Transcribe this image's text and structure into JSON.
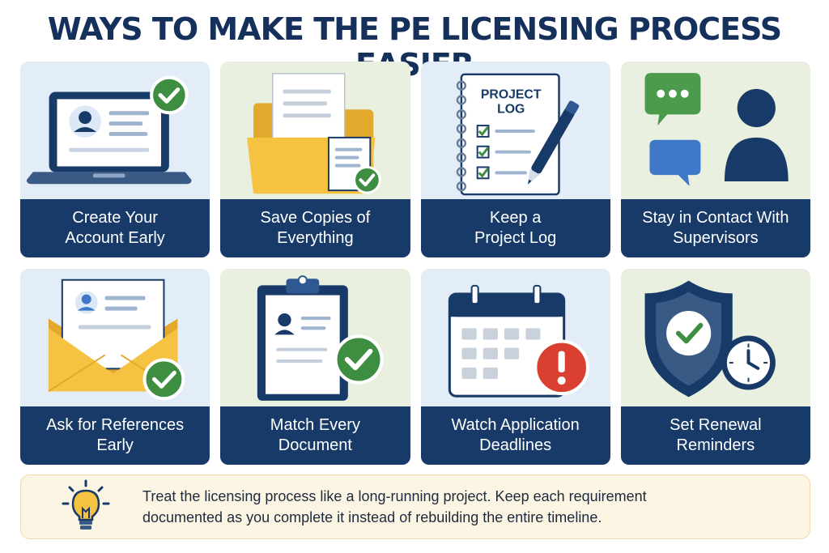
{
  "title": "WAYS TO MAKE THE PE LICENSING PROCESS EASIER",
  "cards": [
    {
      "line1": "Create Your",
      "line2": "Account Early",
      "icon": "laptop-account-icon"
    },
    {
      "line1": "Save Copies of",
      "line2": "Everything",
      "icon": "folder-documents-icon"
    },
    {
      "line1": "Keep a",
      "line2": "Project Log",
      "icon": "project-log-notebook-icon",
      "notebook_title_1": "PROJECT",
      "notebook_title_2": "LOG"
    },
    {
      "line1": "Stay in Contact With",
      "line2": "Supervisors",
      "icon": "chat-person-icon"
    },
    {
      "line1": "Ask for References",
      "line2": "Early",
      "icon": "envelope-letter-icon"
    },
    {
      "line1": "Match Every",
      "line2": "Document",
      "icon": "clipboard-check-icon"
    },
    {
      "line1": "Watch Application",
      "line2": "Deadlines",
      "icon": "calendar-alert-icon"
    },
    {
      "line1": "Set Renewal",
      "line2": "Reminders",
      "icon": "shield-clock-icon"
    }
  ],
  "tip": {
    "line1": "Treat the licensing process like a long-running project. Keep each requirement",
    "line2": "documented as you complete it instead of rebuilding the entire timeline.",
    "icon": "lightbulb-icon"
  },
  "colors": {
    "navy": "#173a68",
    "green_check": "#3e8e41",
    "folder_yellow": "#f5c242",
    "alert_red": "#d9402f",
    "chat_green": "#4c9a4c",
    "chat_blue": "#3f78c9"
  }
}
